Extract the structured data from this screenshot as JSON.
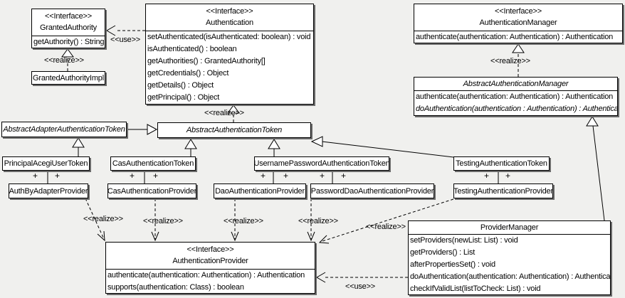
{
  "labels": {
    "realize": "<<realize>>",
    "use": "<<use>>",
    "plus": "+"
  },
  "classes": {
    "granted_authority": {
      "stereotype": "<<Interface>>",
      "name": "GrantedAuthority",
      "methods": [
        "getAuthority() : String"
      ]
    },
    "granted_authority_impl": {
      "name": "GrantedAuthorityImpl"
    },
    "authentication": {
      "stereotype": "<<Interface>>",
      "name": "Authentication",
      "methods": [
        "setAuthenticated(isAuthenticated: boolean) : void",
        "isAuthenticated() : boolean",
        "getAuthorities() : GrantedAuthority[]",
        "getCredentials() : Object",
        "getDetails() : Object",
        "getPrincipal() : Object"
      ]
    },
    "authentication_manager": {
      "stereotype": "<<Interface>>",
      "name": "AuthenticationManager",
      "methods": [
        "authenticate(authentication: Authentication) : Authentication"
      ]
    },
    "abstract_authentication_manager": {
      "name": "AbstractAuthenticationManager",
      "methods": [
        "authenticate(authentication: Authentication) : Authentication",
        "doAuthentication(authentication : Authentication) : Authentication"
      ]
    },
    "abstract_adapter_authentication_token": {
      "name": "AbstractAdapterAuthenticationToken"
    },
    "abstract_authentication_token": {
      "name": "AbstractAuthenticationToken"
    },
    "principal_acegi_user_token": {
      "name": "PrincipalAcegiUserToken"
    },
    "cas_authentication_token": {
      "name": "CasAuthenticationToken"
    },
    "username_password_authentication_token": {
      "name": "UsernamePasswordAuthenticationToken"
    },
    "testing_authentication_token": {
      "name": "TestingAuthenticationToken"
    },
    "auth_by_adapter_provider": {
      "name": "AuthByAdapterProvider"
    },
    "cas_authentication_provider": {
      "name": "CasAuthenticationProvider"
    },
    "dao_authentication_provider": {
      "name": "DaoAuthenticationProvider"
    },
    "password_dao_authentication_provider": {
      "name": "PasswordDaoAuthenticationProvider"
    },
    "testing_authentication_provider": {
      "name": "TestingAuthenticationProvider"
    },
    "provider_manager": {
      "name": "ProviderManager",
      "methods": [
        "setProviders(newList: List) : void",
        "getProviders() : List",
        "afterPropertiesSet() : void",
        "doAuthentication(authentication: Authentication) : Authentication",
        "checkIfValidList(listToCheck: List) : void"
      ]
    },
    "authentication_provider": {
      "stereotype": "<<Interface>>",
      "name": "AuthenticationProvider",
      "methods": [
        "authenticate(authentication: Authentication) : Authentication",
        "supports(authentication: Class) : boolean"
      ]
    }
  }
}
